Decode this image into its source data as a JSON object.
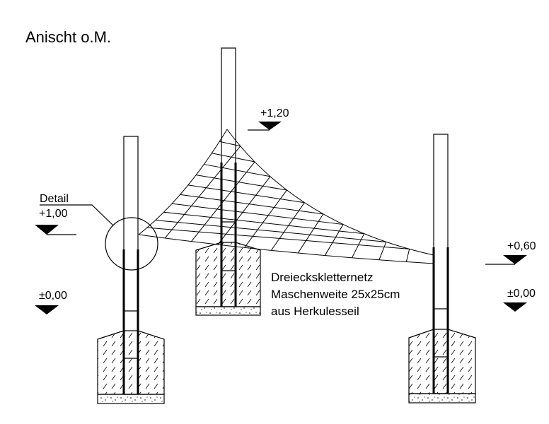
{
  "title": "Anischt o.M.",
  "detail_label": "Detail",
  "levels": {
    "center_top": "+1,20",
    "left_top": "+1,00",
    "left_ground": "±0,00",
    "right_top": "+0,60",
    "right_ground": "±0,00"
  },
  "net_description": {
    "line1": "Dreieckskletternetz",
    "line2": "Maschenweite 25x25cm",
    "line3": "aus Herkulesseil"
  },
  "colors": {
    "ink": "#000000",
    "paper": "#ffffff"
  }
}
